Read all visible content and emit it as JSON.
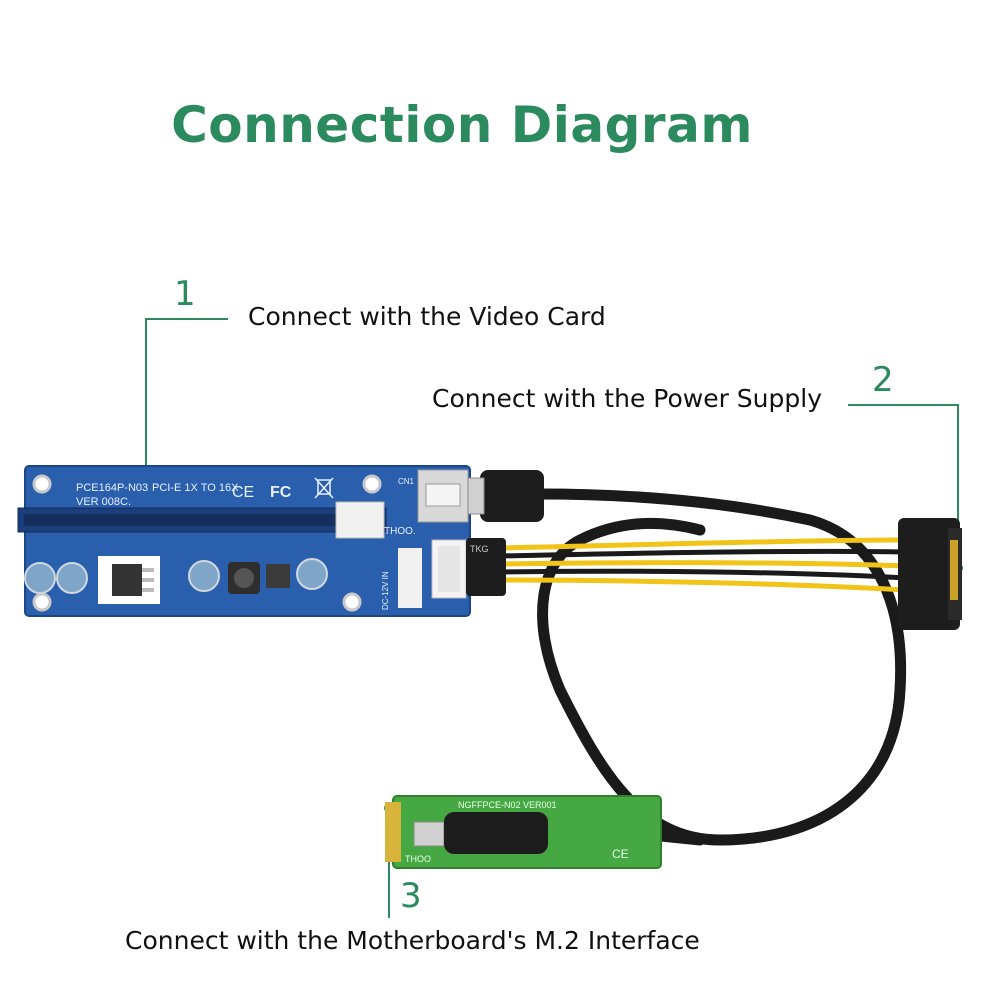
{
  "title": "Connection Diagram",
  "callouts": [
    {
      "number": "1",
      "label": "Connect with the Video Card"
    },
    {
      "number": "2",
      "label": "Connect with the Power Supply"
    },
    {
      "number": "3",
      "label": "Connect with the Motherboard's M.2 Interface"
    }
  ],
  "riser_board": {
    "model": "PCE164P-N03",
    "version": "VER 008C.",
    "spec": "PCI-E 1X TO 16X",
    "brand_mark": "THOO.",
    "power_label": "DC-12V IN",
    "cn_label": "CN1"
  },
  "adapter_board": {
    "model": "NGFFPCE-N02  VER001",
    "brand_mark": "THOO"
  },
  "cable_label": "TKG",
  "colors": {
    "accent": "#2b8a5e",
    "riser_board": "#2a5fae",
    "adapter_board": "#46a842",
    "cable": "#1a1a1a",
    "yellow_wire": "#f0c419"
  }
}
